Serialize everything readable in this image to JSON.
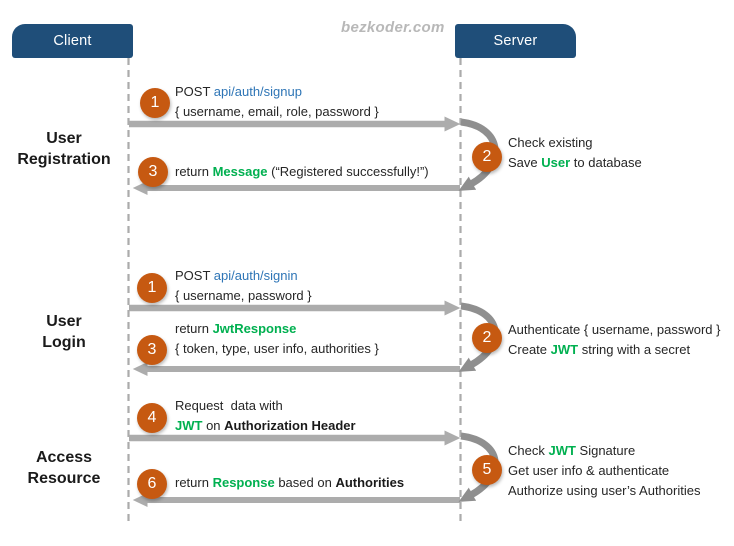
{
  "watermark": "bezkoder.com",
  "actors": {
    "client": "Client",
    "server": "Server"
  },
  "colors": {
    "header_bg": "#1F4E79",
    "step_circle": "#C65911",
    "link_text": "#2E75B6",
    "keyword_green": "#00B050",
    "arrow_gray": "#ACACAC",
    "loop_arrow_gray": "#8F8F8F",
    "lifeline_gray": "#ABABAB",
    "watermark_gray": "#B8B8B8"
  },
  "sections": [
    {
      "label": "User\nRegistration",
      "client_messages": [
        {
          "number": "1",
          "direction": "right",
          "lines": [
            [
              {
                "t": "POST ",
                "s": "plain"
              },
              {
                "t": "api/auth/signup",
                "s": "link"
              }
            ],
            [
              {
                "t": "{ username, email, role, password }",
                "s": "plain"
              }
            ]
          ]
        },
        {
          "number": "3",
          "direction": "left",
          "lines": [
            [
              {
                "t": "return ",
                "s": "plain"
              },
              {
                "t": "Message",
                "s": "green"
              },
              {
                "t": " (“Registered successfully!”)",
                "s": "plain"
              }
            ]
          ]
        }
      ],
      "server_activity": {
        "number": "2",
        "lines": [
          [
            {
              "t": "Check existing",
              "s": "plain"
            }
          ],
          [
            {
              "t": "Save ",
              "s": "plain"
            },
            {
              "t": "User",
              "s": "green"
            },
            {
              "t": " to database",
              "s": "plain"
            }
          ]
        ]
      }
    },
    {
      "label": "User\nLogin",
      "client_messages": [
        {
          "number": "1",
          "direction": "right",
          "lines": [
            [
              {
                "t": "POST ",
                "s": "plain"
              },
              {
                "t": "api/auth/signin",
                "s": "link"
              }
            ],
            [
              {
                "t": "{ username, password }",
                "s": "plain"
              }
            ]
          ]
        },
        {
          "number": "3",
          "direction": "left",
          "lines": [
            [
              {
                "t": "return ",
                "s": "plain"
              },
              {
                "t": "JwtResponse",
                "s": "green"
              }
            ],
            [
              {
                "t": "{ token, type, user info, authorities }",
                "s": "plain"
              }
            ]
          ]
        }
      ],
      "server_activity": {
        "number": "2",
        "lines": [
          [
            {
              "t": "Authenticate { username, password }",
              "s": "plain"
            }
          ],
          [
            {
              "t": "Create ",
              "s": "plain"
            },
            {
              "t": "JWT",
              "s": "green"
            },
            {
              "t": " string with a secret",
              "s": "plain"
            }
          ]
        ]
      }
    },
    {
      "label": "Access\nResource",
      "client_messages": [
        {
          "number": "4",
          "direction": "right",
          "lines": [
            [
              {
                "t": "Request  data with",
                "s": "plain"
              }
            ],
            [
              {
                "t": "JWT",
                "s": "green"
              },
              {
                "t": " on ",
                "s": "plain"
              },
              {
                "t": "Authorization Header",
                "s": "bold"
              }
            ]
          ]
        },
        {
          "number": "6",
          "direction": "left",
          "lines": [
            [
              {
                "t": "return ",
                "s": "plain"
              },
              {
                "t": "Response",
                "s": "green"
              },
              {
                "t": " based on ",
                "s": "plain"
              },
              {
                "t": "Authorities",
                "s": "bold"
              }
            ]
          ]
        }
      ],
      "server_activity": {
        "number": "5",
        "lines": [
          [
            {
              "t": "Check ",
              "s": "plain"
            },
            {
              "t": "JWT",
              "s": "green"
            },
            {
              "t": " Signature",
              "s": "plain"
            }
          ],
          [
            {
              "t": "Get user info & authenticate",
              "s": "plain"
            }
          ],
          [
            {
              "t": "Authorize using user’s Authorities",
              "s": "plain"
            }
          ]
        ]
      }
    }
  ]
}
